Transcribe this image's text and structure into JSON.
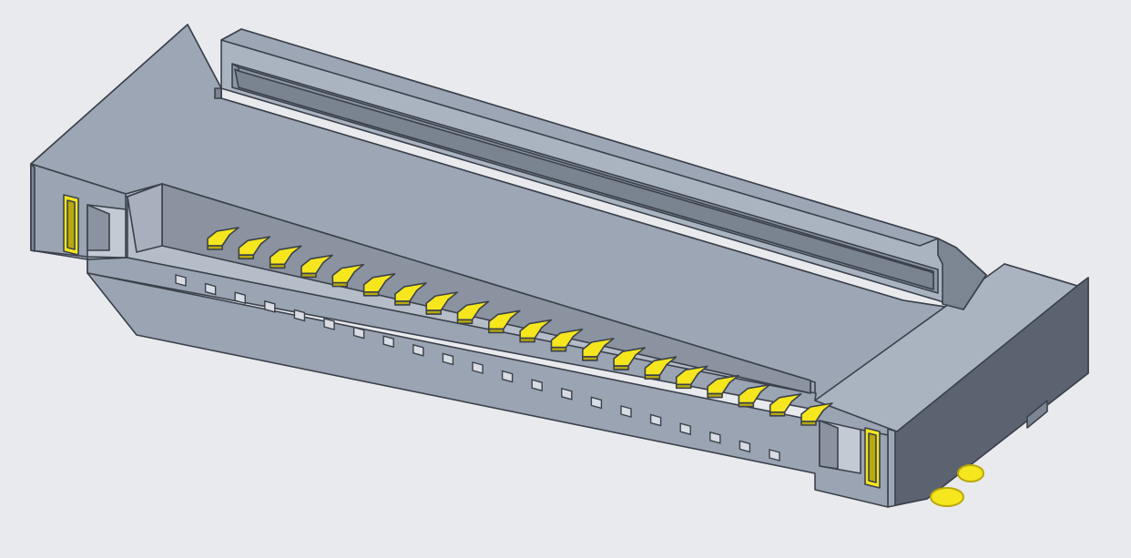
{
  "scene": {
    "subject": "connector-3d-render",
    "colors": {
      "background": "#e9eaed",
      "housing_top": "#9ca6b4",
      "housing_front": "#9aa4b2",
      "housing_side": "#5c6370",
      "housing_light": "#aab4c1",
      "housing_dark": "#7c8592",
      "edge": "#3b414b",
      "contact_gold": "#f5e61e",
      "contact_shadow": "#b8a90c"
    },
    "contact_count": 20,
    "vent_count": 21
  }
}
